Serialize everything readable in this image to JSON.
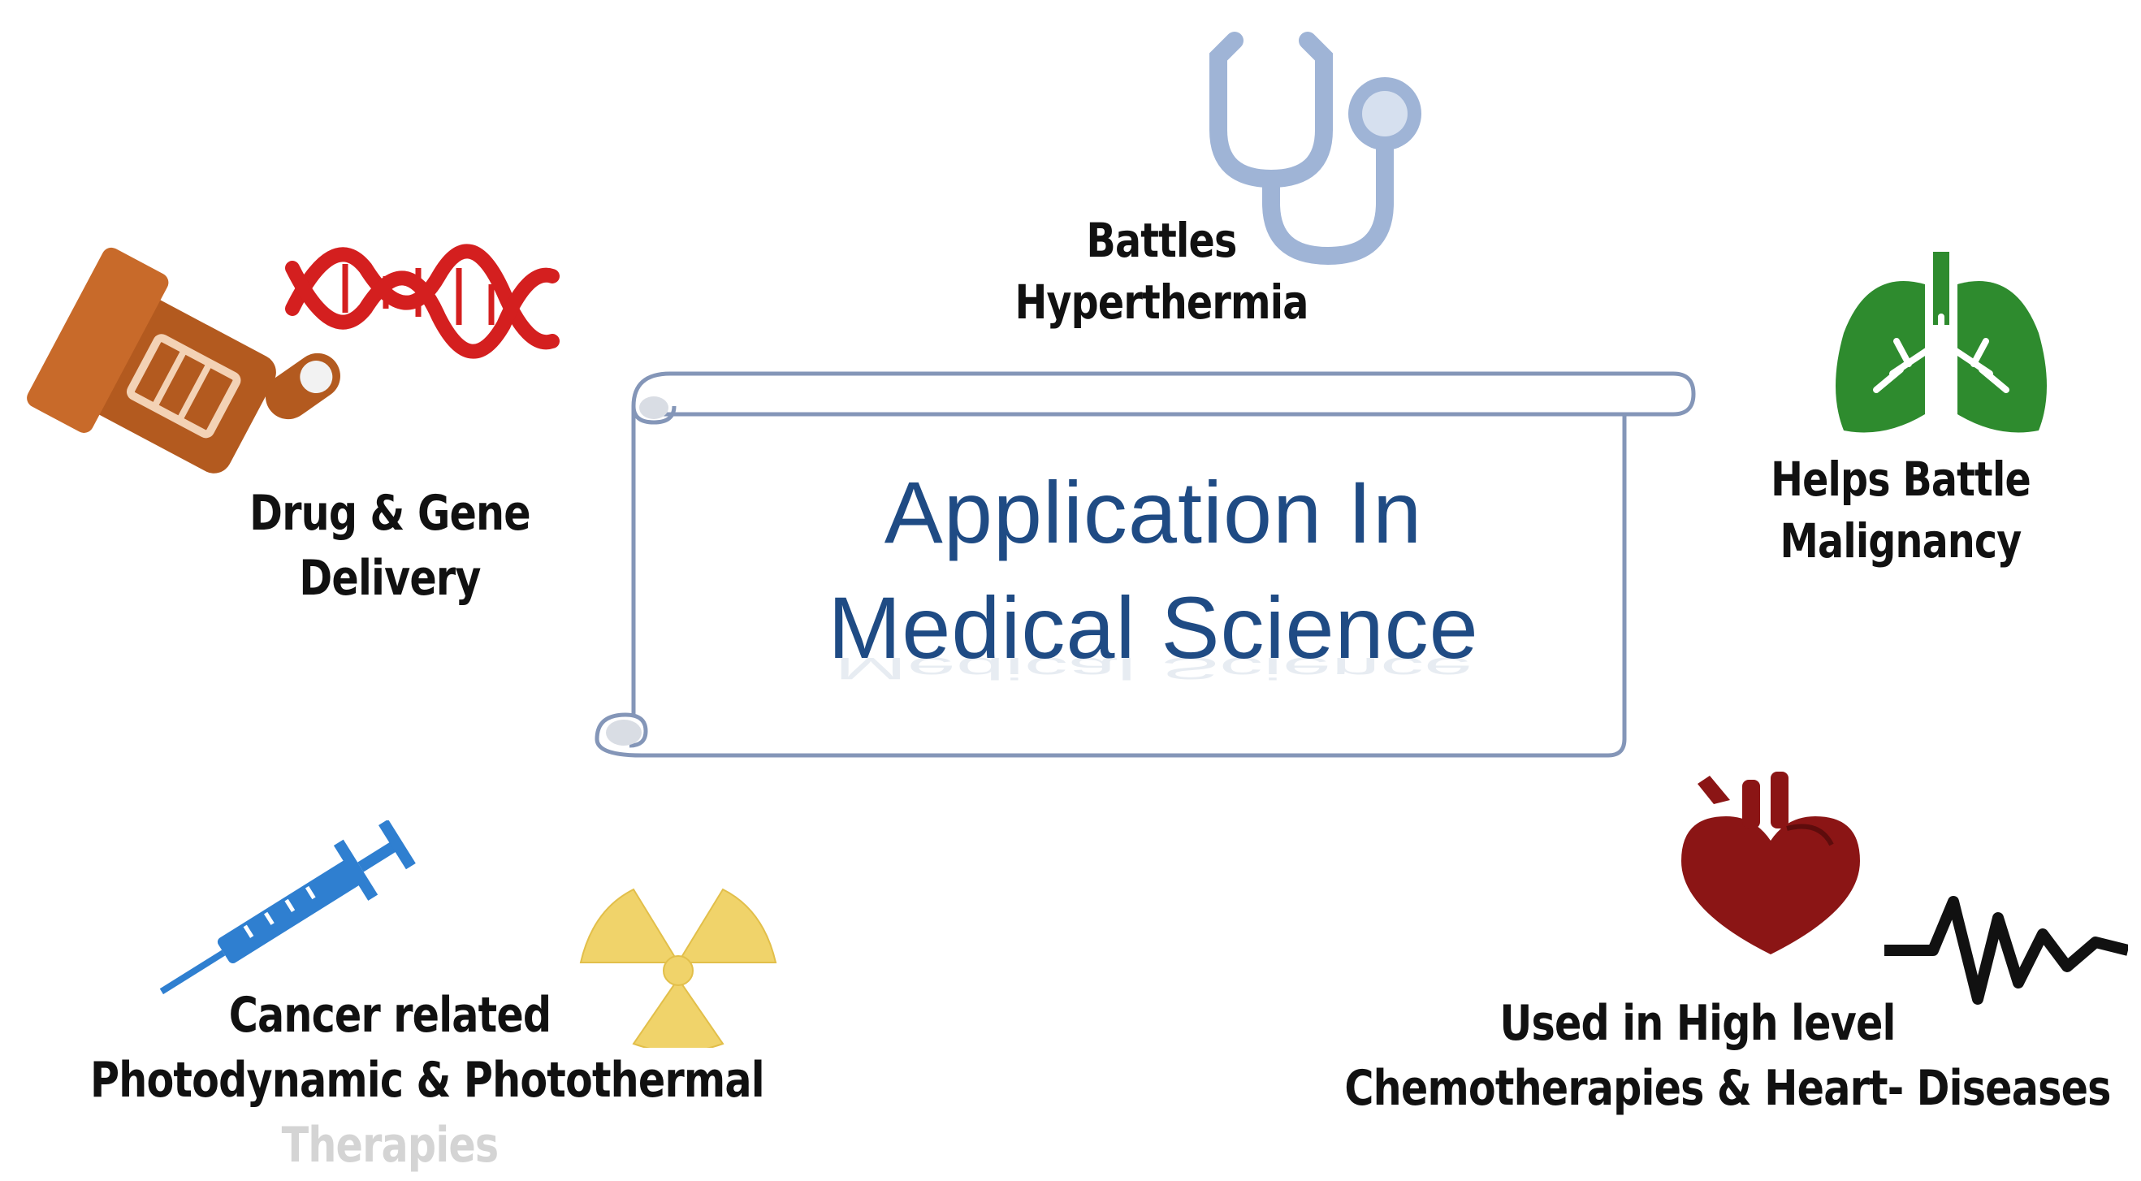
{
  "diagram": {
    "center": {
      "line1": "Application In",
      "line2": "Medical Science"
    },
    "nodes": {
      "hyperthermia": {
        "line1": "Battles",
        "line2": "Hyperthermia",
        "icon": "stethoscope-icon"
      },
      "drug_gene": {
        "line1": "Drug & Gene",
        "line2": "Delivery",
        "icon": "pill-dna-icon"
      },
      "malignancy": {
        "line1": "Helps Battle",
        "line2": "Malignancy",
        "icon": "lungs-icon"
      },
      "cancer": {
        "line1": "Cancer related",
        "line2": "Photodynamic & Photothermal",
        "line3": "Therapies",
        "icon": "syringe-radiation-icon"
      },
      "chemo": {
        "line1": "Used in High level",
        "line2": "Chemotherapies & Heart-  Diseases",
        "icon": "heart-pulse-icon"
      }
    },
    "colors": {
      "title": "#1f4b84",
      "scroll_outline": "#8496b8",
      "stethoscope": "#9fb4d6",
      "pill": "#b35a1f",
      "dna": "#d41f1f",
      "lungs": "#2e8b2e",
      "syringe": "#2f7fd0",
      "radiation": "#f0d36a",
      "heart": "#8b1515"
    }
  }
}
